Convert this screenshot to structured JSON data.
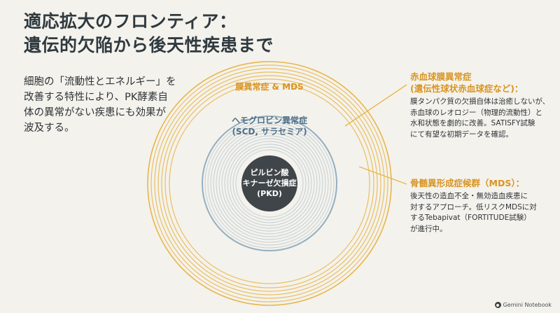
{
  "title": {
    "line1": "適応拡大のフロンティア：",
    "line2": "遺伝的欠陥から後天性疾患まで"
  },
  "intro": {
    "line1": "細胞の「流動性とエネルギー」を",
    "line2": "改善する特性により、PK酵素自",
    "line3": "体の異常がない疾患にも効果が",
    "line4": "波及する。"
  },
  "diagram": {
    "outer_label": "膜異常症 & MDS",
    "middle_label_line1": "ヘモグロビン異常症",
    "middle_label_line2": "(SCD, サラセミア)",
    "core_label_line1": "ピルビン酸",
    "core_label_line2": "キナーゼ欠損症",
    "core_label_line3": "(PKD)",
    "colors": {
      "outer_rings": "#e8b64a",
      "middle_rings": "#93afc2",
      "core": "#3f4549",
      "leader_line": "#e8b64a"
    }
  },
  "callouts": {
    "rbc": {
      "heading_line1": "赤血球膜異常症",
      "heading_line2": "(遺伝性球状赤血球症など)：",
      "body_line1": "膜タンパク質の欠損自体は治癒しないが、",
      "body_line2": "赤血球のレオロジー（物理的流動性）と",
      "body_line3": "水和状態を劇的に改善。SATISFY試験",
      "body_line4": "にて有望な初期データを確認。"
    },
    "mds": {
      "heading": "骨髄異形成症候群（MDS）：",
      "body_line1": "後天性の造血不全・無効造血疾患に",
      "body_line2": "対するアプローチ。低リスクMDSに対",
      "body_line3": "するTebapivat（FORTITUDE試験）",
      "body_line4": "が進行中。"
    }
  },
  "watermark": {
    "text": "Gemini Notebook"
  }
}
